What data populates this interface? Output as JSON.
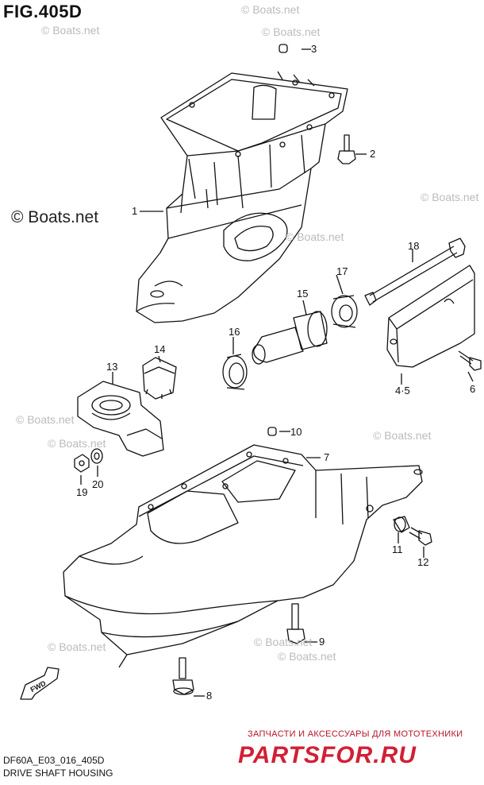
{
  "title": "FIG.405D",
  "watermark_small": "© Boats.net",
  "watermark_large": "© Boats.net",
  "diagram_code": "DF60A_E03_016_405D",
  "diagram_name": "DRIVE SHAFT HOUSING",
  "fwd_label": "FWD",
  "promo_line1": "ЗАПЧАСТИ И АКСЕССУАРЫ ДЛЯ МОТОТЕХНИКИ",
  "promo_line2": "PARTSFOR.RU",
  "callouts": {
    "c1": "1",
    "c2": "2",
    "c3": "3",
    "c4_5": "4·5",
    "c6": "6",
    "c7": "7",
    "c8": "8",
    "c9": "9",
    "c10": "10",
    "c11": "11",
    "c12": "12",
    "c13": "13",
    "c14": "14",
    "c15": "15",
    "c16": "16",
    "c17": "17",
    "c18": "18",
    "c19": "19",
    "c20": "20"
  },
  "colors": {
    "line": "#111111",
    "watermark": "#bbbbbb",
    "promo": "#d21f34"
  }
}
